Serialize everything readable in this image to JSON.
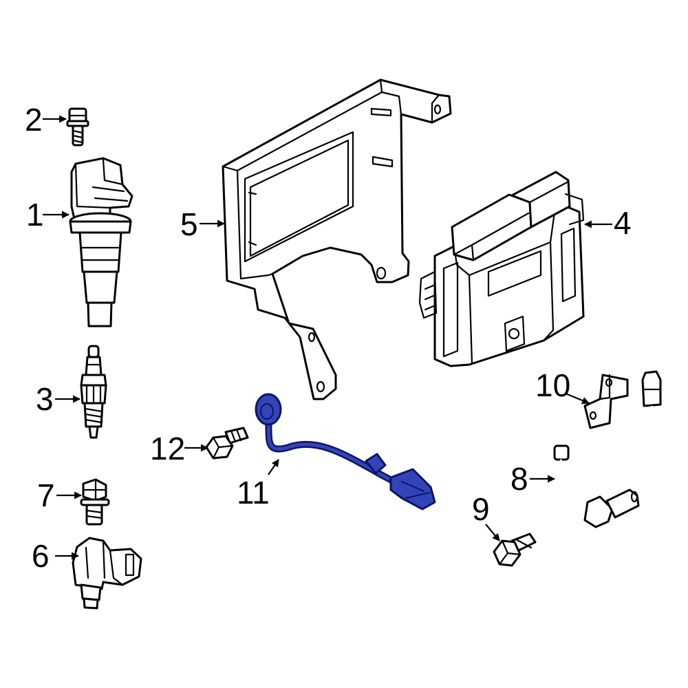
{
  "callouts": [
    {
      "id": "1",
      "text": "1"
    },
    {
      "id": "2",
      "text": "2"
    },
    {
      "id": "3",
      "text": "3"
    },
    {
      "id": "4",
      "text": "4"
    },
    {
      "id": "5",
      "text": "5"
    },
    {
      "id": "6",
      "text": "6"
    },
    {
      "id": "7",
      "text": "7"
    },
    {
      "id": "8",
      "text": "8"
    },
    {
      "id": "9",
      "text": "9"
    },
    {
      "id": "10",
      "text": "10"
    },
    {
      "id": "11",
      "text": "11"
    },
    {
      "id": "12",
      "text": "12"
    }
  ],
  "colors": {
    "line": "#000000",
    "highlight_fill": "#3344b8",
    "highlight_stroke": "#0c1466",
    "background": "#ffffff"
  }
}
